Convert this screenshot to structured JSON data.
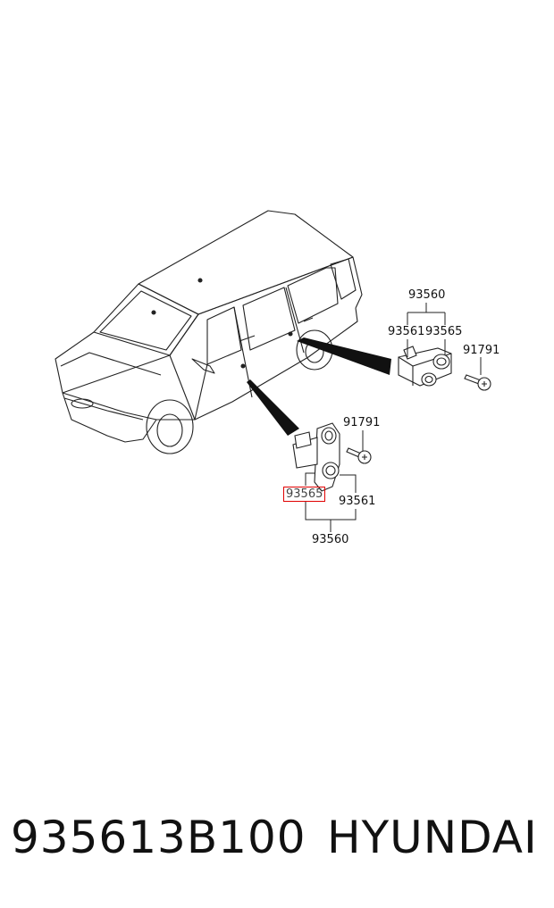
{
  "labels": {
    "upper_group": "93560",
    "upper_left": "93561",
    "upper_right": "93565",
    "upper_screw": "91791",
    "lower_screw": "91791",
    "lower_left_highlighted": "93565",
    "lower_right": "93561",
    "lower_group": "93560"
  },
  "footer": {
    "part_number": "935613B100",
    "brand": "HYUNDAI"
  },
  "colors": {
    "highlight": "#e00000",
    "line": "#222222"
  }
}
